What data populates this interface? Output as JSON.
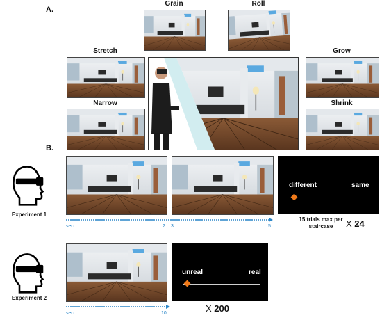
{
  "section_a": {
    "letter": "A.",
    "labels": {
      "grain": "Grain",
      "roll": "Roll",
      "stretch": "Stretch",
      "grow": "Grow",
      "narrow": "Narrow",
      "shrink": "Shrink"
    }
  },
  "section_b": {
    "letter": "B.",
    "experiment1": {
      "label": "Experiment 1",
      "ticks": [
        "sec",
        "2",
        "3",
        "5"
      ],
      "scale_left": "different",
      "scale_right": "same",
      "slider_value": 0.05,
      "note": "15 trials max per staircase",
      "repeat_symbol": "X",
      "repeat_count": "24"
    },
    "experiment2": {
      "label": "Experiment 2",
      "ticks": [
        "sec",
        "10"
      ],
      "scale_left": "unreal",
      "scale_right": "real",
      "slider_value": 0.05,
      "repeat_symbol": "X",
      "repeat_count": "200"
    }
  },
  "colors": {
    "timeline": "#2a86c8",
    "knob": "#f07a1a",
    "panel": "#000000"
  }
}
